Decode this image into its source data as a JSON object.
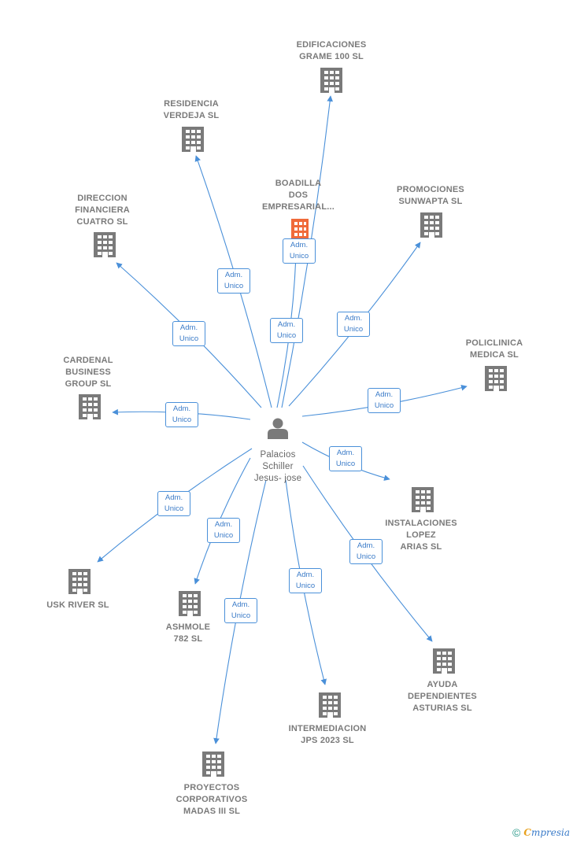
{
  "center": {
    "label": "Palacios\nSchiller\nJesus- jose",
    "icon": "person-icon"
  },
  "colors": {
    "edge": "#4a90d9",
    "building": "#7a7a7a",
    "highlight": "#f06a3a"
  },
  "nodes": [
    {
      "id": "edificaciones",
      "label": "EDIFICACIONES\nGRAME 100 SL",
      "relation": "Adm.\nUnico"
    },
    {
      "id": "residencia",
      "label": "RESIDENCIA\nVERDEJA SL",
      "relation": "Adm.\nUnico"
    },
    {
      "id": "boadilla",
      "label": "BOADILLA\nDOS\nEMPRESARIAL...",
      "relation": "Adm.\nUnico",
      "highlight": true
    },
    {
      "id": "promociones",
      "label": "PROMOCIONES\nSUNWAPTA  SL",
      "relation": "Adm.\nUnico"
    },
    {
      "id": "direccion",
      "label": "DIRECCION\nFINANCIERA\nCUATRO  SL",
      "relation": "Adm.\nUnico"
    },
    {
      "id": "policlinica",
      "label": "POLICLINICA\nMEDICA SL",
      "relation": "Adm.\nUnico"
    },
    {
      "id": "cardenal",
      "label": "CARDENAL\nBUSINESS\nGROUP  SL",
      "relation": "Adm.\nUnico"
    },
    {
      "id": "instalaciones",
      "label": "INSTALACIONES\nLOPEZ\nARIAS SL",
      "relation": "Adm.\nUnico"
    },
    {
      "id": "uskriver",
      "label": "USK RIVER  SL",
      "relation": "Adm.\nUnico"
    },
    {
      "id": "ashmole",
      "label": "ASHMOLE\n782 SL",
      "relation": "Adm.\nUnico"
    },
    {
      "id": "ayuda",
      "label": "AYUDA\nDEPENDIENTES\nASTURIAS  SL",
      "relation": "Adm.\nUnico"
    },
    {
      "id": "intermediacion",
      "label": "INTERMEDIACION\nJPS 2023  SL",
      "relation": "Adm.\nUnico"
    },
    {
      "id": "proyectos",
      "label": "PROYECTOS\nCORPORATIVOS\nMADAS III  SL",
      "relation": "Adm.\nUnico"
    }
  ],
  "footer": {
    "copyright": "©",
    "brand_initial": "C",
    "brand_rest": "mpresia"
  }
}
